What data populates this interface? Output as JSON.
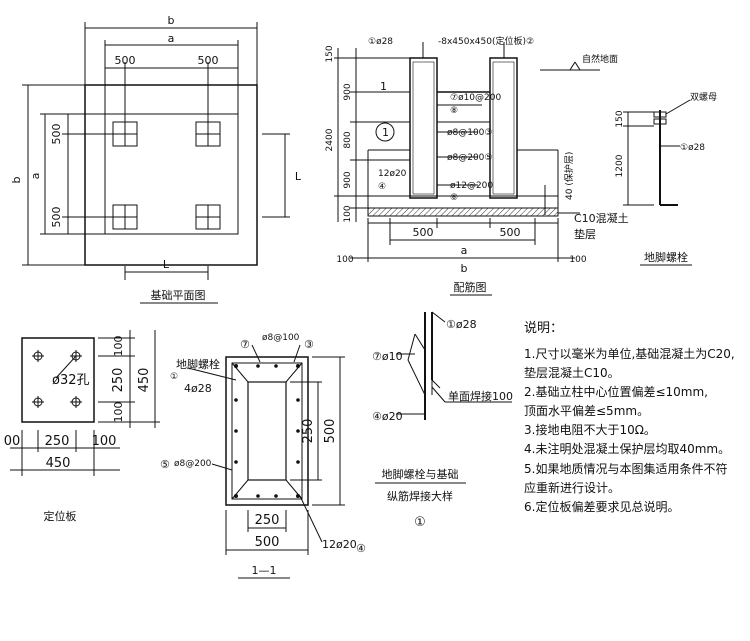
{
  "plan": {
    "dim_b": "b",
    "dim_a": "a",
    "dim_500": "500",
    "dim_l": "L",
    "title": "基础平面图"
  },
  "rebar": {
    "label_bolt": "①ø28",
    "label_plate": "-8x450x450(定位板)②",
    "label_ground": "自然地面",
    "label_section_1a": "1",
    "label_section_1b": "1",
    "label_stirrup_top": "⑦ø10@200",
    "label_ring": "⑧",
    "label_stirrup_mid": "ø8@100③",
    "label_spacer": "ø8@200⑤",
    "label_main": "12ø20",
    "label_main_num": "④",
    "label_bottom": "ø12@200",
    "label_bottom_num": "⑥",
    "label_cover": "40 (保护层)",
    "label_c10": "C10混凝土",
    "label_pad": "垫层",
    "dim_150": "150",
    "dim_900": "900",
    "dim_800": "800",
    "dim_2400": "2400",
    "dim_100": "100",
    "dim_500": "500",
    "dim_a": "a",
    "dim_b": "b",
    "title": "配筋图"
  },
  "anchor": {
    "label_nut": "双螺母",
    "label_bolt": "①ø28",
    "dim_150": "150",
    "dim_1200": "1200",
    "title": "地脚螺栓"
  },
  "plate": {
    "label_hole": "ø32孔",
    "dim_100": "100",
    "dim_250": "250",
    "dim_450": "450",
    "dim_00": "00",
    "title": "定位板"
  },
  "section": {
    "label_bolt_name": "地脚螺栓",
    "label_bolt_spec": "4ø28",
    "label_7": "⑦",
    "label_stirrup": "ø8@100",
    "label_3": "③",
    "label_1": "①",
    "label_5": "⑤",
    "label_spacer": "ø8@200",
    "label_main": "12ø20",
    "label_4": "④",
    "dim_250": "250",
    "dim_500": "500",
    "title": "1—1"
  },
  "weld": {
    "label_bolt": "①ø28",
    "label_7": "⑦ø10",
    "label_4": "④ø20",
    "label_weld": "单面焊接100",
    "title_line1": "地脚螺栓与基础",
    "title_line2": "纵筋焊接大样",
    "title_num": "①"
  },
  "notes": {
    "heading": "说明：",
    "items": [
      "1.尺寸以毫米为单位,基础混凝土为C20,",
      "   垫层混凝土C10。",
      "2.基础立柱中心位置偏差≤10mm,",
      "   顶面水平偏差≤5mm。",
      "3.接地电阻不大于10Ω。",
      "4.未注明处混凝土保护层均取40mm。",
      "5.如果地质情况与本图集适用条件不符",
      "   应重新进行设计。",
      "6.定位板偏差要求见总说明。"
    ]
  }
}
